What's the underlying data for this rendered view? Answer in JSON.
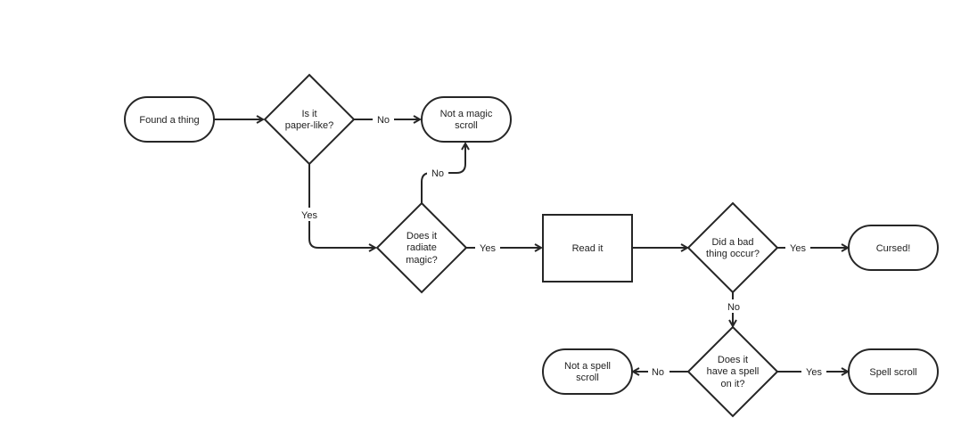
{
  "nodes": {
    "found": {
      "lines": [
        "Found a thing"
      ]
    },
    "paper": {
      "lines": [
        "Is it",
        "paper-like?"
      ]
    },
    "not_magic": {
      "lines": [
        "Not a  magic",
        "scroll"
      ]
    },
    "radiate": {
      "lines": [
        "Does it",
        "radiate",
        "magic?"
      ]
    },
    "read": {
      "lines": [
        "Read it"
      ]
    },
    "bad": {
      "lines": [
        "Did a bad",
        "thing occur?"
      ]
    },
    "cursed": {
      "lines": [
        "Cursed!"
      ]
    },
    "spell_q": {
      "lines": [
        "Does it",
        "have a spell",
        "on it?"
      ]
    },
    "not_spell": {
      "lines": [
        "Not a spell",
        "scroll"
      ]
    },
    "spell": {
      "lines": [
        "Spell scroll"
      ]
    }
  },
  "edges": {
    "paper_no": {
      "label": "No"
    },
    "paper_yes": {
      "label": "Yes"
    },
    "radiate_no": {
      "label": "No"
    },
    "radiate_yes": {
      "label": "Yes"
    },
    "bad_yes": {
      "label": "Yes"
    },
    "bad_no": {
      "label": "No"
    },
    "spell_no": {
      "label": "No"
    },
    "spell_yes": {
      "label": "Yes"
    }
  }
}
